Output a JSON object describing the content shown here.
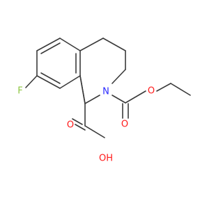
{
  "molecule": {
    "atoms": {
      "fluorine": "F",
      "nitrogen": "N",
      "ester_carbonyl_oxygen": "O",
      "ester_ether_oxygen": "O",
      "acid_carbonyl_oxygen": "O",
      "acid_hydroxyl": "OH"
    },
    "colors": {
      "bond": "#3a3a3a",
      "fluorine": "#8cc63f",
      "nitrogen": "#2a2aff",
      "oxygen": "#ff1a1a"
    }
  }
}
